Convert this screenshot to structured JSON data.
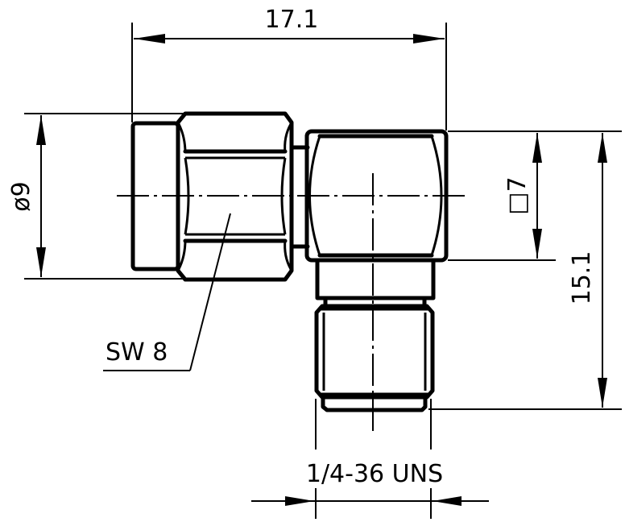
{
  "drawing": {
    "subject": "right-angle coaxial connector",
    "line_color": "#000000",
    "background": "#ffffff"
  },
  "dimensions": {
    "overall_length": {
      "label": "17.1"
    },
    "cap_diameter": {
      "label": "ø9"
    },
    "body_square": {
      "label": "□7"
    },
    "overall_height": {
      "label": "15.1"
    },
    "thread": {
      "label": "1/4-36 UNS"
    }
  },
  "annotations": {
    "wrench_size": {
      "label": "SW 8"
    }
  }
}
